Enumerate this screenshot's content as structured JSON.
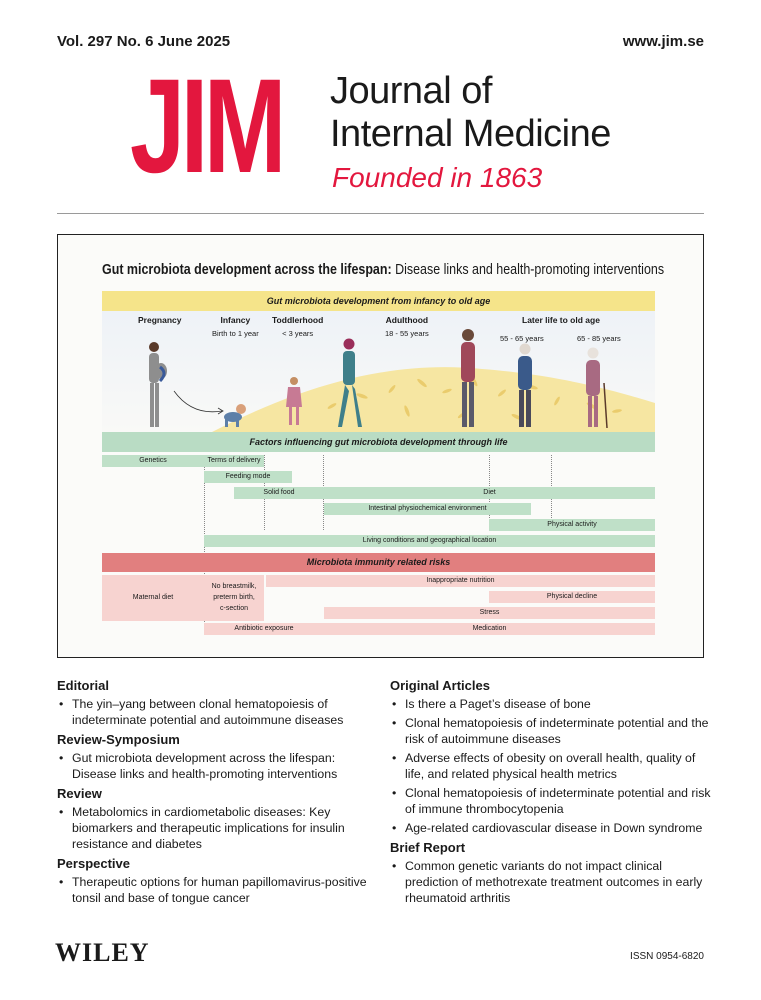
{
  "header": {
    "volume": "Vol. 297  No. 6 June 2025",
    "website": "www.jim.se"
  },
  "masthead": {
    "logo": "JIM",
    "title_line1": "Journal of",
    "title_line2": "Internal Medicine",
    "founded": "Founded in 1863",
    "colors": {
      "brand_red": "#e3173e"
    }
  },
  "figure": {
    "title_bold": "Gut microbiota development across the lifespan:",
    "title_rest": " Disease links and health-promoting interventions",
    "band_development": "Gut microbiota development from infancy to old age",
    "stages": [
      {
        "name": "Pregnancy",
        "years": ""
      },
      {
        "name": "Infancy",
        "years": "Birth to 1 year"
      },
      {
        "name": "Toddlerhood",
        "years": "< 3 years"
      },
      {
        "name": "Adulthood",
        "years": "18 - 55 years"
      },
      {
        "name": "Later life to old age",
        "years": ""
      }
    ],
    "later_years_a": "55 - 65  years",
    "later_years_b": "65 - 85 years",
    "band_factors": "Factors influencing gut microbiota development through life",
    "factors": {
      "genetics": "Genetics",
      "terms_of_delivery": "Terms of delivery",
      "feeding_mode": "Feeding mode",
      "solid_food": "Solid food",
      "diet": "Diet",
      "intestinal": "Intestinal physiochemical environment",
      "physical_activity": "Physical activity",
      "living": "Living conditions and geographical location"
    },
    "band_risks": "Microbiota immunity related risks",
    "risks": {
      "maternal_diet": "Maternal diet",
      "infant_risks_1": "No breastmilk,",
      "infant_risks_2": "preterm birth,",
      "infant_risks_3": "c-section",
      "inappropriate_nutrition": "Inappropriate nutrition",
      "physical_decline": "Physical decline",
      "stress": "Stress",
      "antibiotic": "Antibiotic exposure",
      "medication": "Medication"
    }
  },
  "contents": {
    "left": [
      {
        "heading": "Editorial",
        "items": [
          "The yin–yang between clonal hematopoiesis of indeterminate potential and autoimmune diseases"
        ]
      },
      {
        "heading": "Review-Symposium",
        "items": [
          "Gut microbiota development across the lifespan: Disease links and health-promoting interventions"
        ]
      },
      {
        "heading": "Review",
        "items": [
          "Metabolomics in cardiometabolic diseases: Key biomarkers and therapeutic implications for insulin resistance and diabetes"
        ]
      },
      {
        "heading": "Perspective",
        "items": [
          "Therapeutic options for human papillomavirus-positive tonsil and base of tongue cancer"
        ]
      }
    ],
    "right": [
      {
        "heading": "Original Articles",
        "items": [
          "Is there a Paget’s disease of bone",
          "Clonal hematopoiesis of indeterminate potential and the risk of autoimmune diseases",
          "Adverse effects of obesity on overall health, quality of life, and related physical health metrics",
          "Clonal hematopoiesis of indeterminate potential and risk of immune thrombocytopenia",
          "Age-related cardiovascular disease in Down syndrome"
        ]
      },
      {
        "heading": "Brief Report",
        "items": [
          "Common genetic variants do not impact clinical prediction of methotrexate treatment outcomes in early rheumatoid arthritis"
        ]
      }
    ]
  },
  "footer": {
    "publisher": "WILEY",
    "issn": "ISSN 0954-6820"
  }
}
